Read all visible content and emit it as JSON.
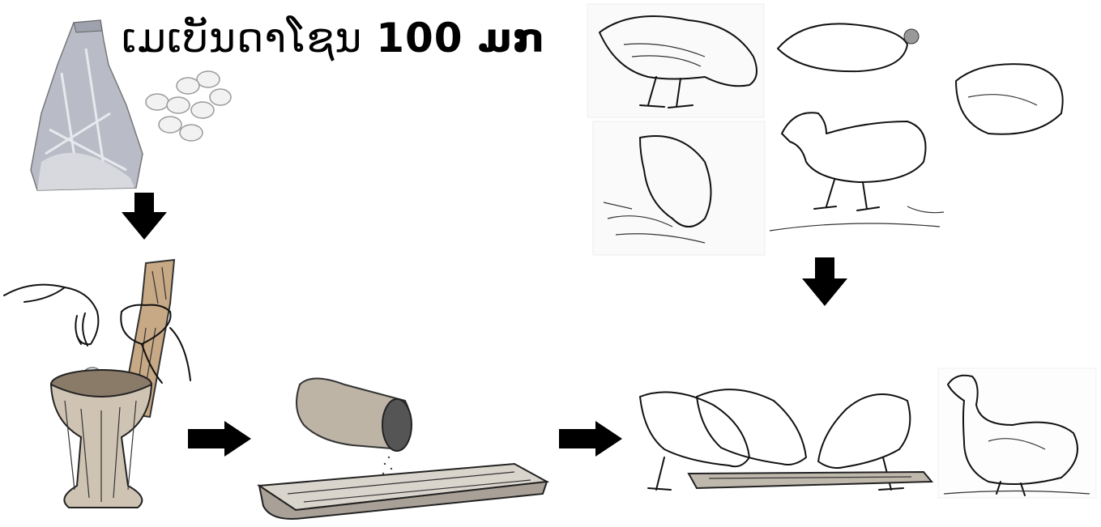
{
  "title": {
    "text_lao": "ເມເບັນດາໂຊນ",
    "quantity": "100 ມກ"
  },
  "illustrations": {
    "bag_pills": "medicine-bag-and-pills",
    "mortar": "mortar-and-pestle-grinding",
    "pouring": "pouring-powder-into-trough",
    "sick_birds": "sick-chickens-and-ducks",
    "healthy_birds": "chickens-and-duck-eating-from-trough"
  },
  "arrows": [
    "down-arrow",
    "right-arrow",
    "right-arrow",
    "down-arrow"
  ]
}
